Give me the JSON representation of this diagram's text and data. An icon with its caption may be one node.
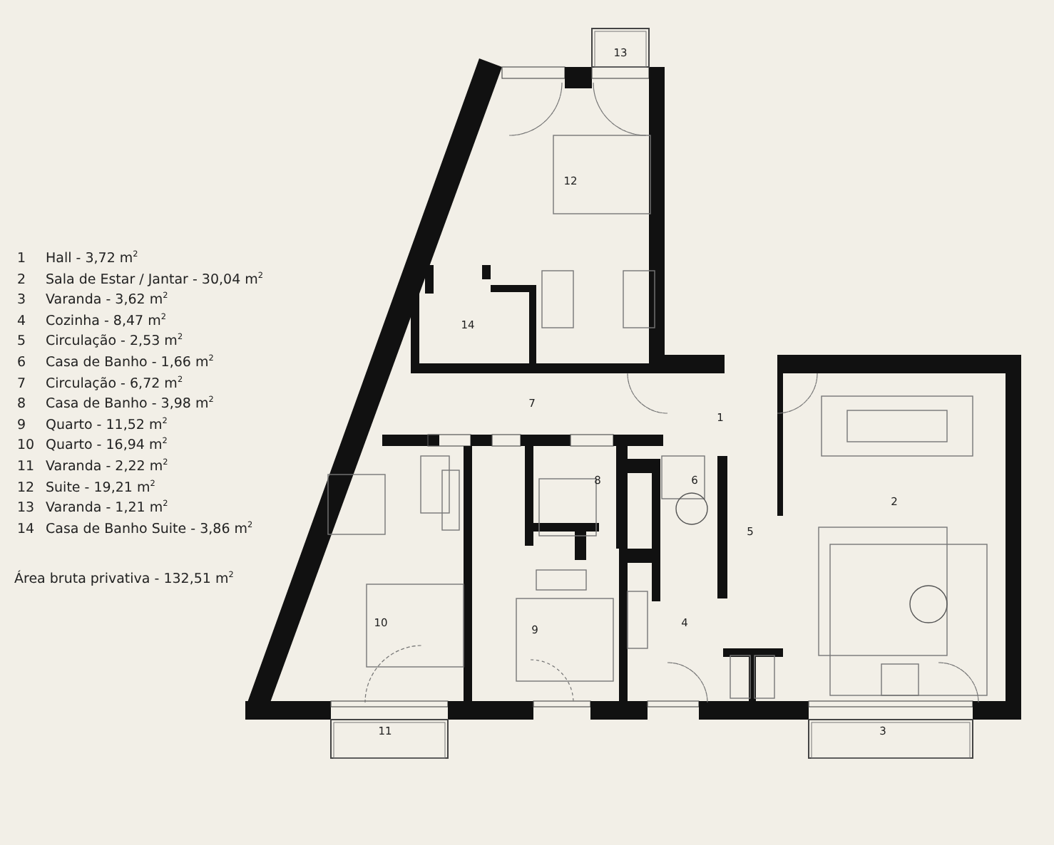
{
  "diagram": {
    "labels": [
      "1",
      "Hall - 3,72 m$^{2}$",
      "2",
      "Sala de Estar / Jantar - 30,04 m$^{2}$",
      "3",
      "Varanda - 3,62 m$^{2}$",
      "4",
      "Cozinha - 8,47 m$^{2}$",
      "5",
      "Circulação - 2,53 m$^{2}$",
      "6",
      "Casa de Banho - 1,66 m$^{2}$",
      "7",
      "Circulação - 6,72 m$^{2}$",
      "8",
      "Casa de Banho - 3,98 m$^{2}$",
      "9",
      "Quarto - 11,52 m$^{2}$",
      "10",
      "Quarto - 16,94 m$^{2}$",
      "11",
      "Varanda - 2,22 m$^{2}$",
      "12",
      "Suite - 19,21 m$^{2}$",
      "13",
      "Varanda - 1,21 m$^{2}$",
      "14",
      "Casa de Banho Suite - 3,86 m$^{2}$",
      "Área bruta privativa - 132,51 m$^{2}$",
      "13",
      "12",
      "14",
      "7",
      "1",
      "2",
      "8",
      "6",
      "5",
      "10",
      "9",
      "4",
      "11",
      "3"
    ]
  }
}
